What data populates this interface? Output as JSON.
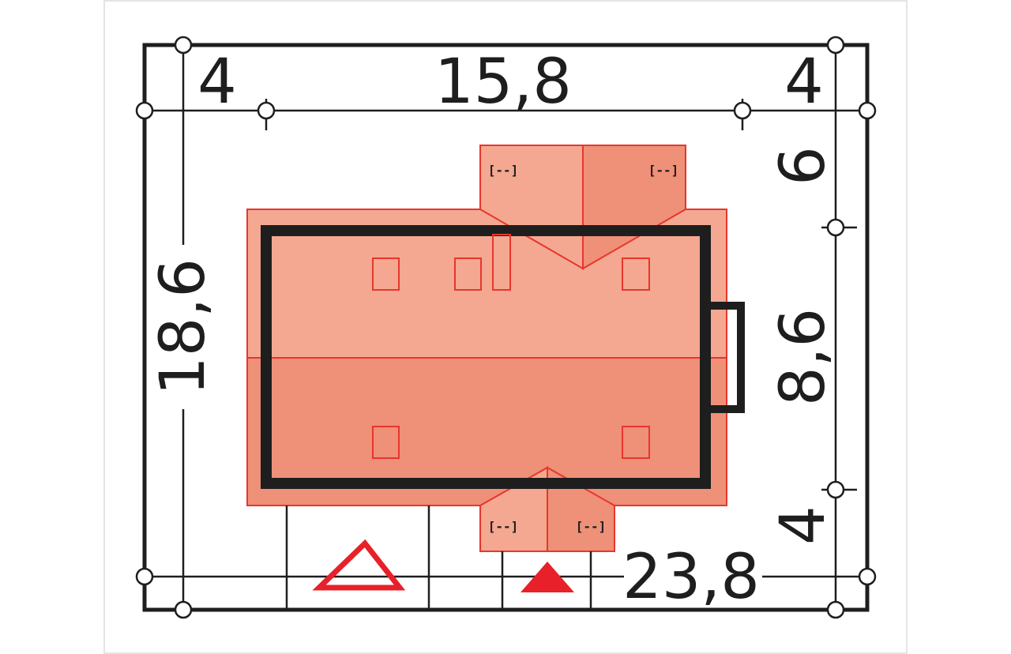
{
  "dimensions": {
    "top_left_setback": "4",
    "top_building_width": "15,8",
    "top_right_setback": "4",
    "left_plot_depth": "18,6",
    "right_top_setback": "6",
    "right_building_depth": "8,6",
    "right_bottom_setback": "4",
    "bottom_plot_width": "23,8"
  },
  "vent_symbol": "[--]",
  "colors": {
    "roof_light": "#f4a891",
    "roof_dark": "#ef9079",
    "roof_outline": "#e8362c",
    "wall": "#1e1e1e",
    "entrance_marker": "#e8202a"
  }
}
